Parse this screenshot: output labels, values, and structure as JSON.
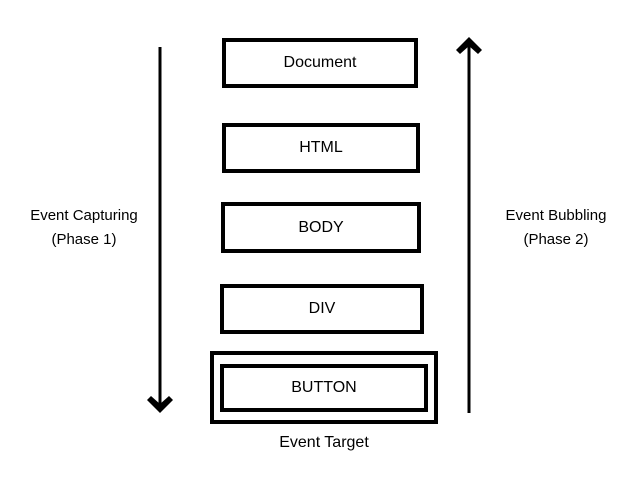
{
  "colors": {
    "ink": "#000000",
    "background": "#ffffff"
  },
  "left_annotation": {
    "line1": "Event Capturing",
    "line2": "(Phase 1)"
  },
  "right_annotation": {
    "line1": "Event Bubbling",
    "line2": "(Phase 2)"
  },
  "nodes": {
    "document": "Document",
    "html": "HTML",
    "body": "BODY",
    "div": "DIV",
    "button": "BUTTON"
  },
  "caption": "Event Target"
}
